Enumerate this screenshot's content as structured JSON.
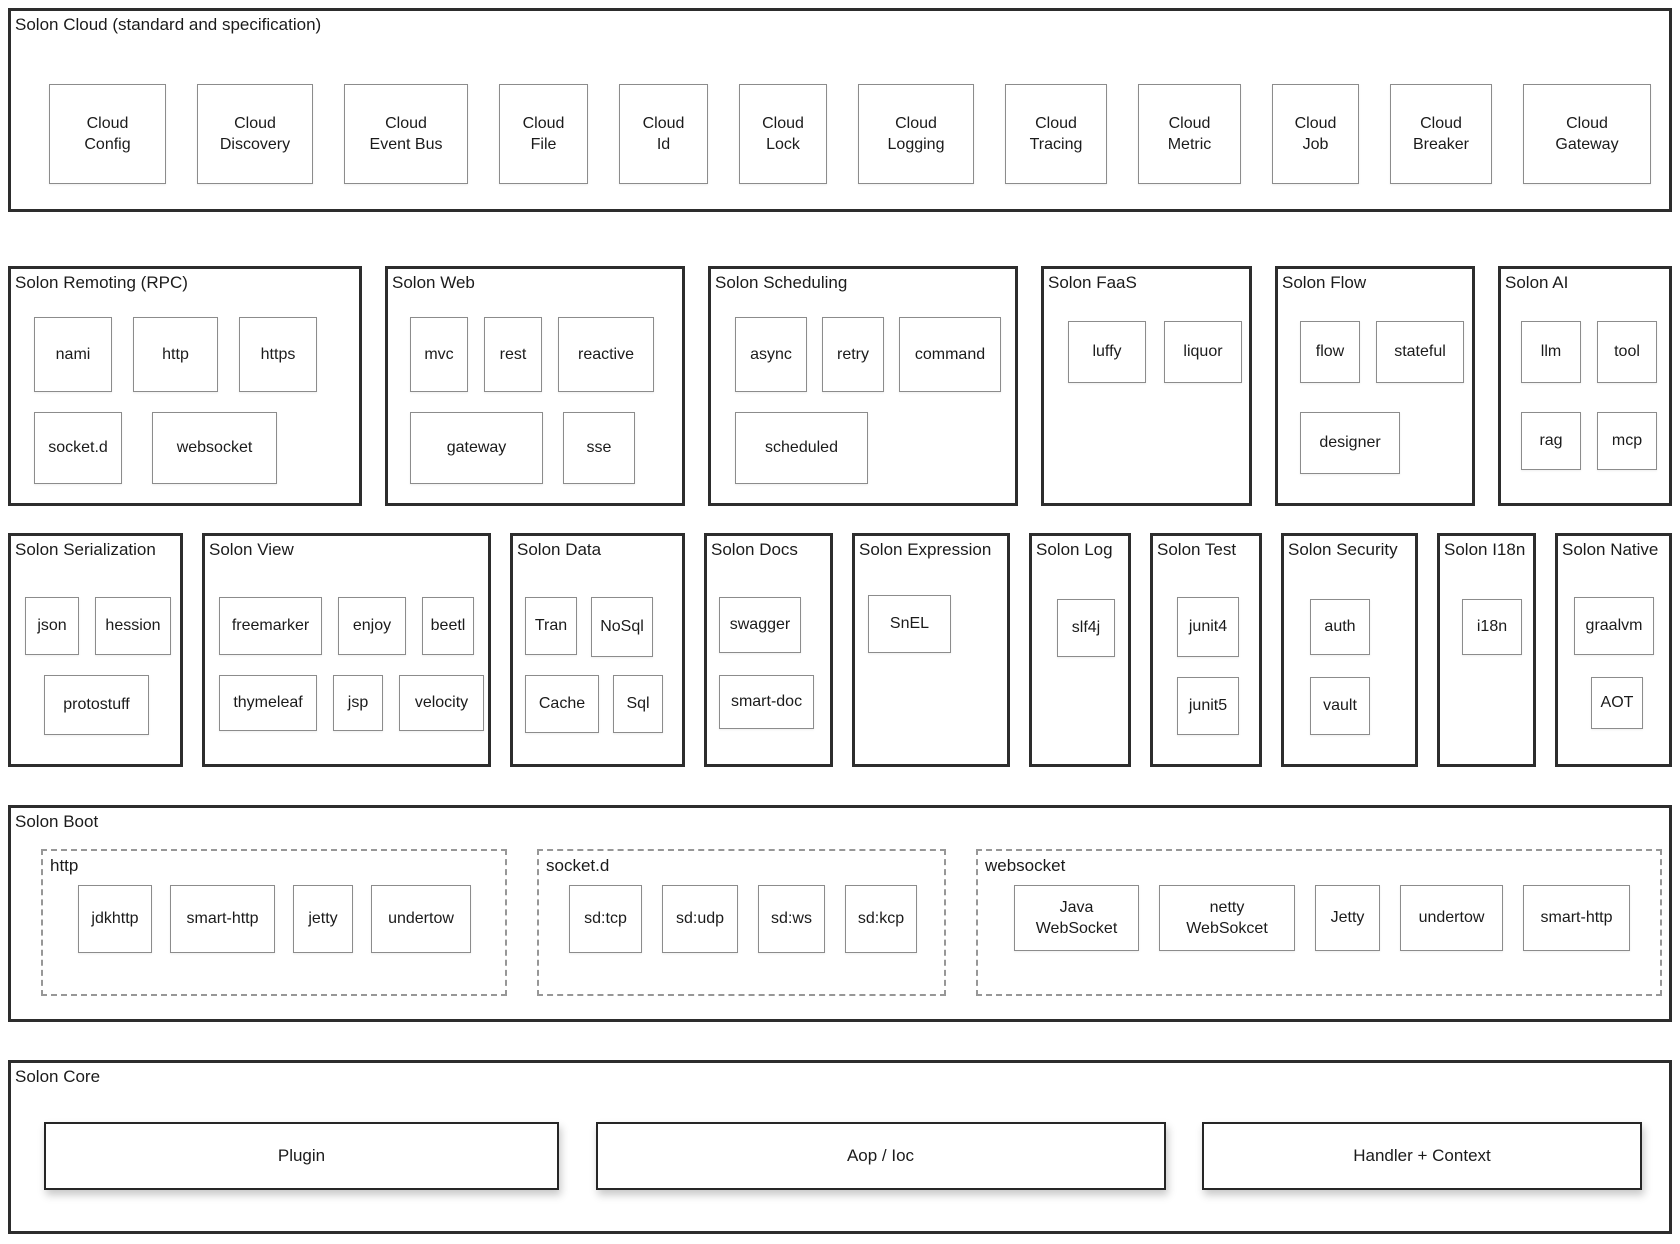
{
  "cloud": {
    "title": "Solon Cloud (standard and specification)",
    "items": [
      "Cloud\nConfig",
      "Cloud\nDiscovery",
      "Cloud\nEvent Bus",
      "Cloud\nFile",
      "Cloud\nId",
      "Cloud\nLock",
      "Cloud\nLogging",
      "Cloud\nTracing",
      "Cloud\nMetric",
      "Cloud\nJob",
      "Cloud\nBreaker",
      "Cloud\nGateway"
    ]
  },
  "remoting": {
    "title": "Solon Remoting (RPC)",
    "row1": [
      "nami",
      "http",
      "https"
    ],
    "row2": [
      "socket.d",
      "websocket"
    ]
  },
  "web": {
    "title": "Solon Web",
    "row1": [
      "mvc",
      "rest",
      "reactive"
    ],
    "row2": [
      "gateway",
      "sse"
    ]
  },
  "scheduling": {
    "title": "Solon Scheduling",
    "row1": [
      "async",
      "retry",
      "command"
    ],
    "row2": [
      "scheduled"
    ]
  },
  "faas": {
    "title": "Solon FaaS",
    "row1": [
      "luffy",
      "liquor"
    ]
  },
  "flow": {
    "title": "Solon Flow",
    "row1": [
      "flow",
      "stateful"
    ],
    "row2": [
      "designer"
    ]
  },
  "ai": {
    "title": "Solon AI",
    "row1": [
      "llm",
      "tool"
    ],
    "row2": [
      "rag",
      "mcp"
    ]
  },
  "serialization": {
    "title": "Solon Serialization",
    "row1": [
      "json",
      "hession"
    ],
    "row2": [
      "protostuff"
    ]
  },
  "view": {
    "title": "Solon View",
    "row1": [
      "freemarker",
      "enjoy",
      "beetl"
    ],
    "row2": [
      "thymeleaf",
      "jsp",
      "velocity"
    ]
  },
  "data": {
    "title": "Solon Data",
    "row1": [
      "Tran",
      "NoSql"
    ],
    "row2": [
      "Cache",
      "Sql"
    ]
  },
  "docs": {
    "title": "Solon Docs",
    "row1": [
      "swagger"
    ],
    "row2": [
      "smart-doc"
    ]
  },
  "expression": {
    "title": "Solon Expression",
    "row1": [
      "SnEL"
    ]
  },
  "log": {
    "title": "Solon Log",
    "row1": [
      "slf4j"
    ]
  },
  "test": {
    "title": "Solon Test",
    "row1": [
      "junit4"
    ],
    "row2": [
      "junit5"
    ]
  },
  "security": {
    "title": "Solon Security",
    "row1": [
      "auth"
    ],
    "row2": [
      "vault"
    ]
  },
  "i18n": {
    "title": "Solon I18n",
    "row1": [
      "i18n"
    ]
  },
  "native": {
    "title": "Solon Native",
    "row1": [
      "graalvm"
    ],
    "row2": [
      "AOT"
    ]
  },
  "boot": {
    "title": "Solon Boot",
    "http": {
      "label": "http",
      "items": [
        "jdkhttp",
        "smart-http",
        "jetty",
        "undertow"
      ]
    },
    "socketd": {
      "label": "socket.d",
      "items": [
        "sd:tcp",
        "sd:udp",
        "sd:ws",
        "sd:kcp"
      ]
    },
    "websocket": {
      "label": "websocket",
      "items": [
        "Java\nWebSocket",
        "netty\nWebSokcet",
        "Jetty",
        "undertow",
        "smart-http"
      ]
    }
  },
  "core": {
    "title": "Solon Core",
    "items": [
      "Plugin",
      "Aop / Ioc",
      "Handler + Context"
    ]
  }
}
